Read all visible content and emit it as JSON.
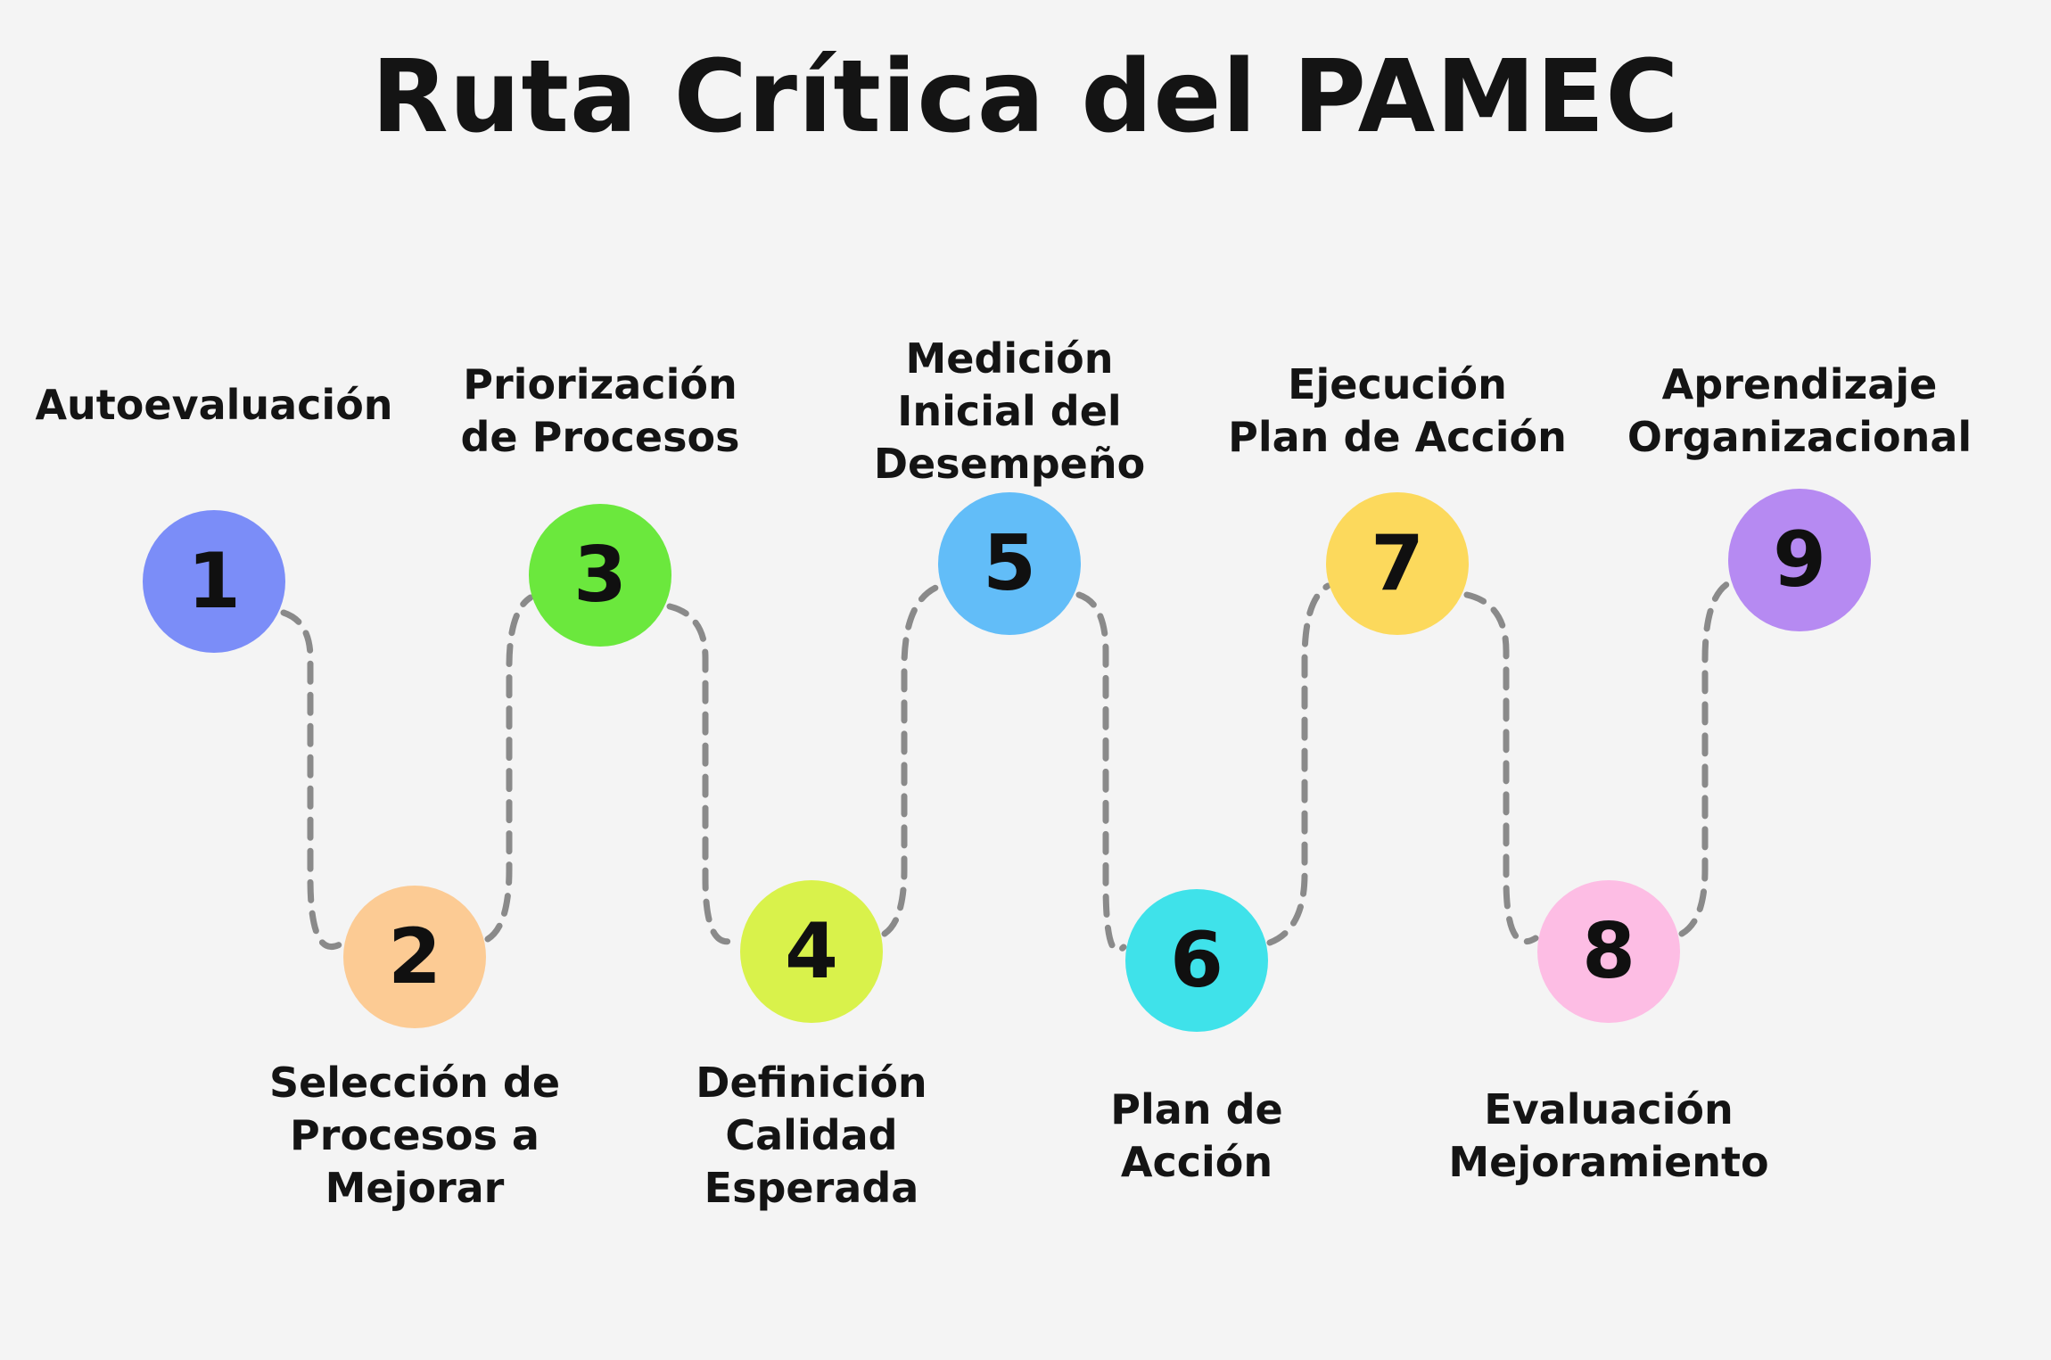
{
  "title": "Ruta Crítica del PAMEC",
  "steps": [
    {
      "number": "1",
      "label": "Autoevaluación",
      "color": "#7b8df8"
    },
    {
      "number": "2",
      "label": "Selección de\nProcesos a\nMejorar",
      "color": "#fccb94"
    },
    {
      "number": "3",
      "label": "Priorización\nde Procesos",
      "color": "#6be83d"
    },
    {
      "number": "4",
      "label": "Definición\nCalidad\nEsperada",
      "color": "#d9f24b"
    },
    {
      "number": "5",
      "label": "Medición\nInicial del\nDesempeño",
      "color": "#62bdf8"
    },
    {
      "number": "6",
      "label": "Plan de\nAcción",
      "color": "#3fe2ea"
    },
    {
      "number": "7",
      "label": "Ejecución\nPlan de Acción",
      "color": "#fcd95c"
    },
    {
      "number": "8",
      "label": "Evaluación\nMejoramiento",
      "color": "#fdbde4"
    },
    {
      "number": "9",
      "label": "Aprendizaje\nOrganizacional",
      "color": "#b68af2"
    }
  ],
  "connector_color": "#8a8a8a"
}
